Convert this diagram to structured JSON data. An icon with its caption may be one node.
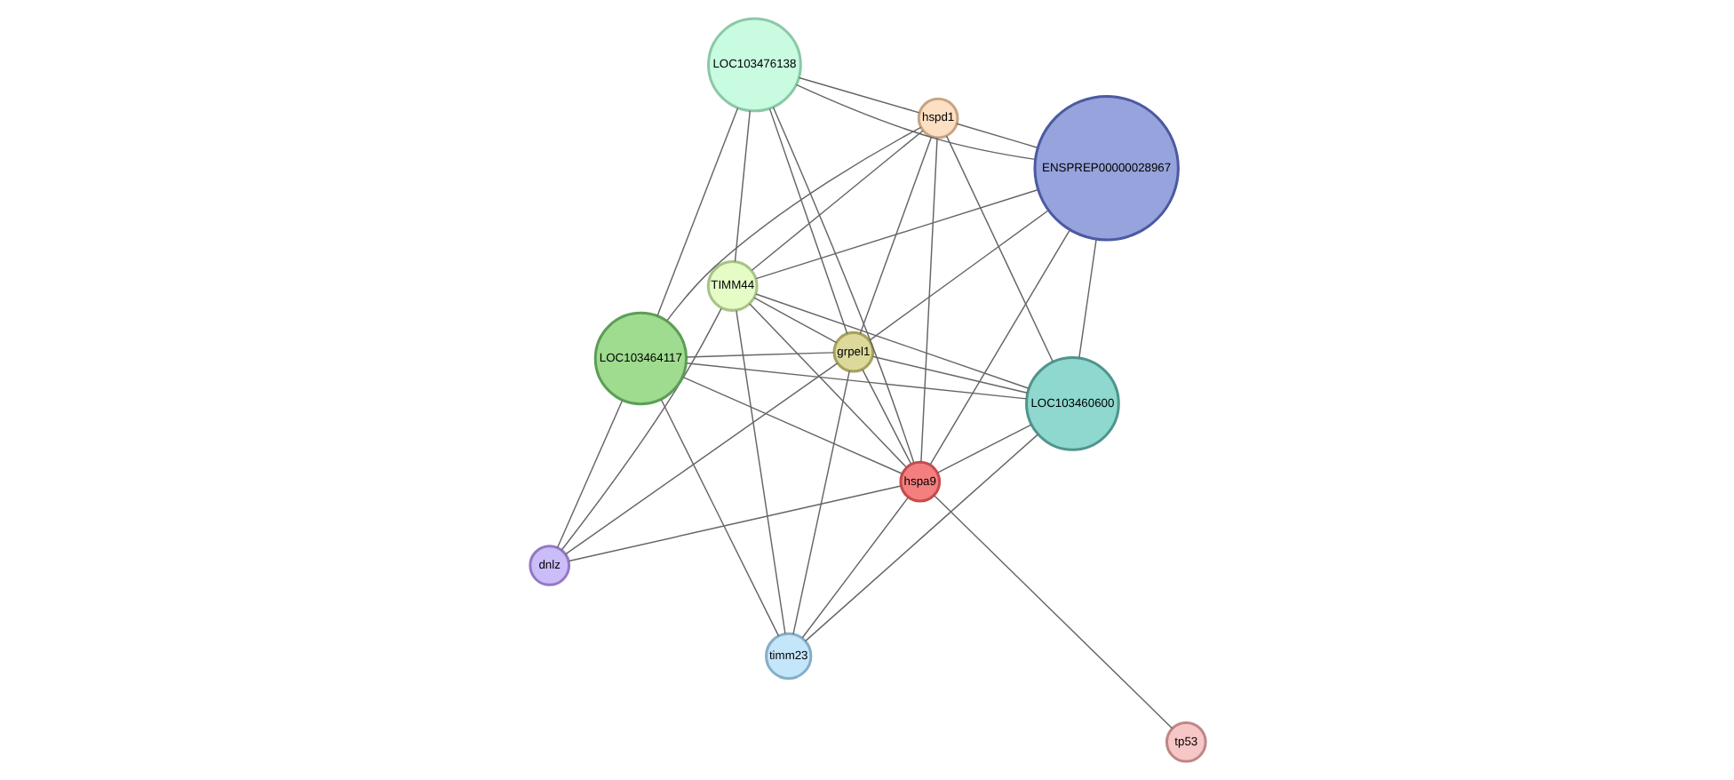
{
  "diagram": {
    "nodes": [
      {
        "text": [
          "dnlz"
        ]
      },
      {
        "text": [
          "tp53"
        ]
      },
      {
        "text": [
          "hspa9"
        ]
      },
      {
        "text": [
          "hspd1"
        ]
      },
      {
        "text": [
          "ENSPREP00000028967"
        ]
      },
      {
        "text": [
          "TIMM44"
        ]
      },
      {
        "text": [
          "grpel1"
        ]
      },
      {
        "text": [
          "LOC103464117"
        ]
      },
      {
        "text": [
          "LOC103476138"
        ]
      },
      {
        "text": [
          "LOC103460600"
        ]
      },
      {
        "text": [
          "timm23"
        ]
      }
    ],
    "edges": [
      {
        "from": 0,
        "to": 2,
        "arrow": "none"
      },
      {
        "from": 0,
        "to": 6,
        "arrow": "none"
      },
      {
        "from": 0,
        "to": 5,
        "arrow": "none"
      },
      {
        "from": 0,
        "to": 7,
        "arrow": "none"
      },
      {
        "from": 1,
        "to": 2,
        "arrow": "none"
      },
      {
        "from": 2,
        "to": 3,
        "arrow": "none"
      },
      {
        "from": 2,
        "to": 4,
        "arrow": "none"
      },
      {
        "from": 2,
        "to": 5,
        "arrow": "none"
      },
      {
        "from": 2,
        "to": 6,
        "arrow": "none"
      },
      {
        "from": 2,
        "to": 7,
        "arrow": "none"
      },
      {
        "from": 2,
        "to": 8,
        "arrow": "none"
      },
      {
        "from": 2,
        "to": 9,
        "arrow": "none"
      },
      {
        "from": 2,
        "to": 10,
        "arrow": "none"
      },
      {
        "from": 3,
        "to": 4,
        "arrow": "none"
      },
      {
        "from": 3,
        "to": 5,
        "arrow": "none"
      },
      {
        "from": 3,
        "to": 6,
        "arrow": "none"
      },
      {
        "from": 3,
        "to": 7,
        "arrow": "none"
      },
      {
        "from": 3,
        "to": 8,
        "arrow": "none"
      },
      {
        "from": 3,
        "to": 9,
        "arrow": "none"
      },
      {
        "from": 4,
        "to": 5,
        "arrow": "none"
      },
      {
        "from": 4,
        "to": 6,
        "arrow": "none"
      },
      {
        "from": 4,
        "to": 8,
        "arrow": "none"
      },
      {
        "from": 4,
        "to": 9,
        "arrow": "none"
      },
      {
        "from": 5,
        "to": 6,
        "arrow": "none"
      },
      {
        "from": 5,
        "to": 8,
        "arrow": "none"
      },
      {
        "from": 5,
        "to": 9,
        "arrow": "none"
      },
      {
        "from": 5,
        "to": 10,
        "arrow": "none"
      },
      {
        "from": 6,
        "to": 7,
        "arrow": "none"
      },
      {
        "from": 6,
        "to": 8,
        "arrow": "none"
      },
      {
        "from": 6,
        "to": 9,
        "arrow": "none"
      },
      {
        "from": 6,
        "to": 10,
        "arrow": "none"
      },
      {
        "from": 7,
        "to": 8,
        "arrow": "none"
      },
      {
        "from": 7,
        "to": 9,
        "arrow": "none"
      },
      {
        "from": 7,
        "to": 10,
        "arrow": "none"
      },
      {
        "from": 9,
        "to": 10,
        "arrow": "none"
      }
    ]
  }
}
